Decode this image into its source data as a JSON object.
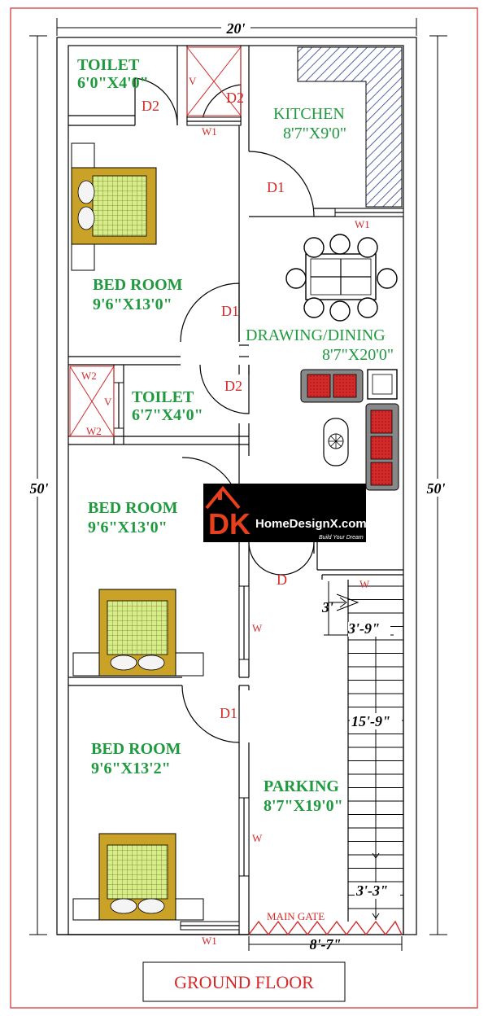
{
  "dimensions": {
    "top_width": "20'",
    "left_height": "50'",
    "right_height": "50'",
    "bottom_width": "8'-7\"",
    "stair_step_width": "3'",
    "stair_width": "3'-9\"",
    "stair_length": "15'-9\"",
    "stair_bottom": "3'-3\""
  },
  "rooms": {
    "toilet1": {
      "name": "TOILET",
      "size": "6'0\"X4'0\""
    },
    "kitchen": {
      "name": "KITCHEN",
      "size": "8'7\"X9'0\""
    },
    "bed1": {
      "name": "BED ROOM",
      "size": "9'6\"X13'0\""
    },
    "drawing": {
      "name": "DRAWING/DINING",
      "size": "8'7\"X20'0\""
    },
    "toilet2": {
      "name": "TOILET",
      "size": "6'7\"X4'0\""
    },
    "bed2": {
      "name": "BED ROOM",
      "size": "9'6\"X13'0\""
    },
    "bed3": {
      "name": "BED ROOM",
      "size": "9'6\"X13'2\""
    },
    "parking": {
      "name": "PARKING",
      "size": "8'7\"X19'0\""
    }
  },
  "labels": {
    "d1": "D1",
    "d2": "D2",
    "d": "D",
    "w": "W",
    "w1": "W1",
    "w2": "W2",
    "v": "V",
    "main_gate": "MAIN GATE"
  },
  "logo": {
    "letters": "DK",
    "brand": "HomeDesignX.com",
    "tagline": "Build Your Dream"
  },
  "footer": {
    "title": "GROUND FLOOR"
  },
  "colors": {
    "room_text": "#1f9a3e",
    "annotation_red": "#d42a2a",
    "bed_frame": "#c9a227",
    "bed_mattress": "#d9ec8a",
    "sofa_red": "#d42a2a",
    "kitchen_hatch": "#2b3e8f",
    "frame_red": "#d42a2a"
  }
}
